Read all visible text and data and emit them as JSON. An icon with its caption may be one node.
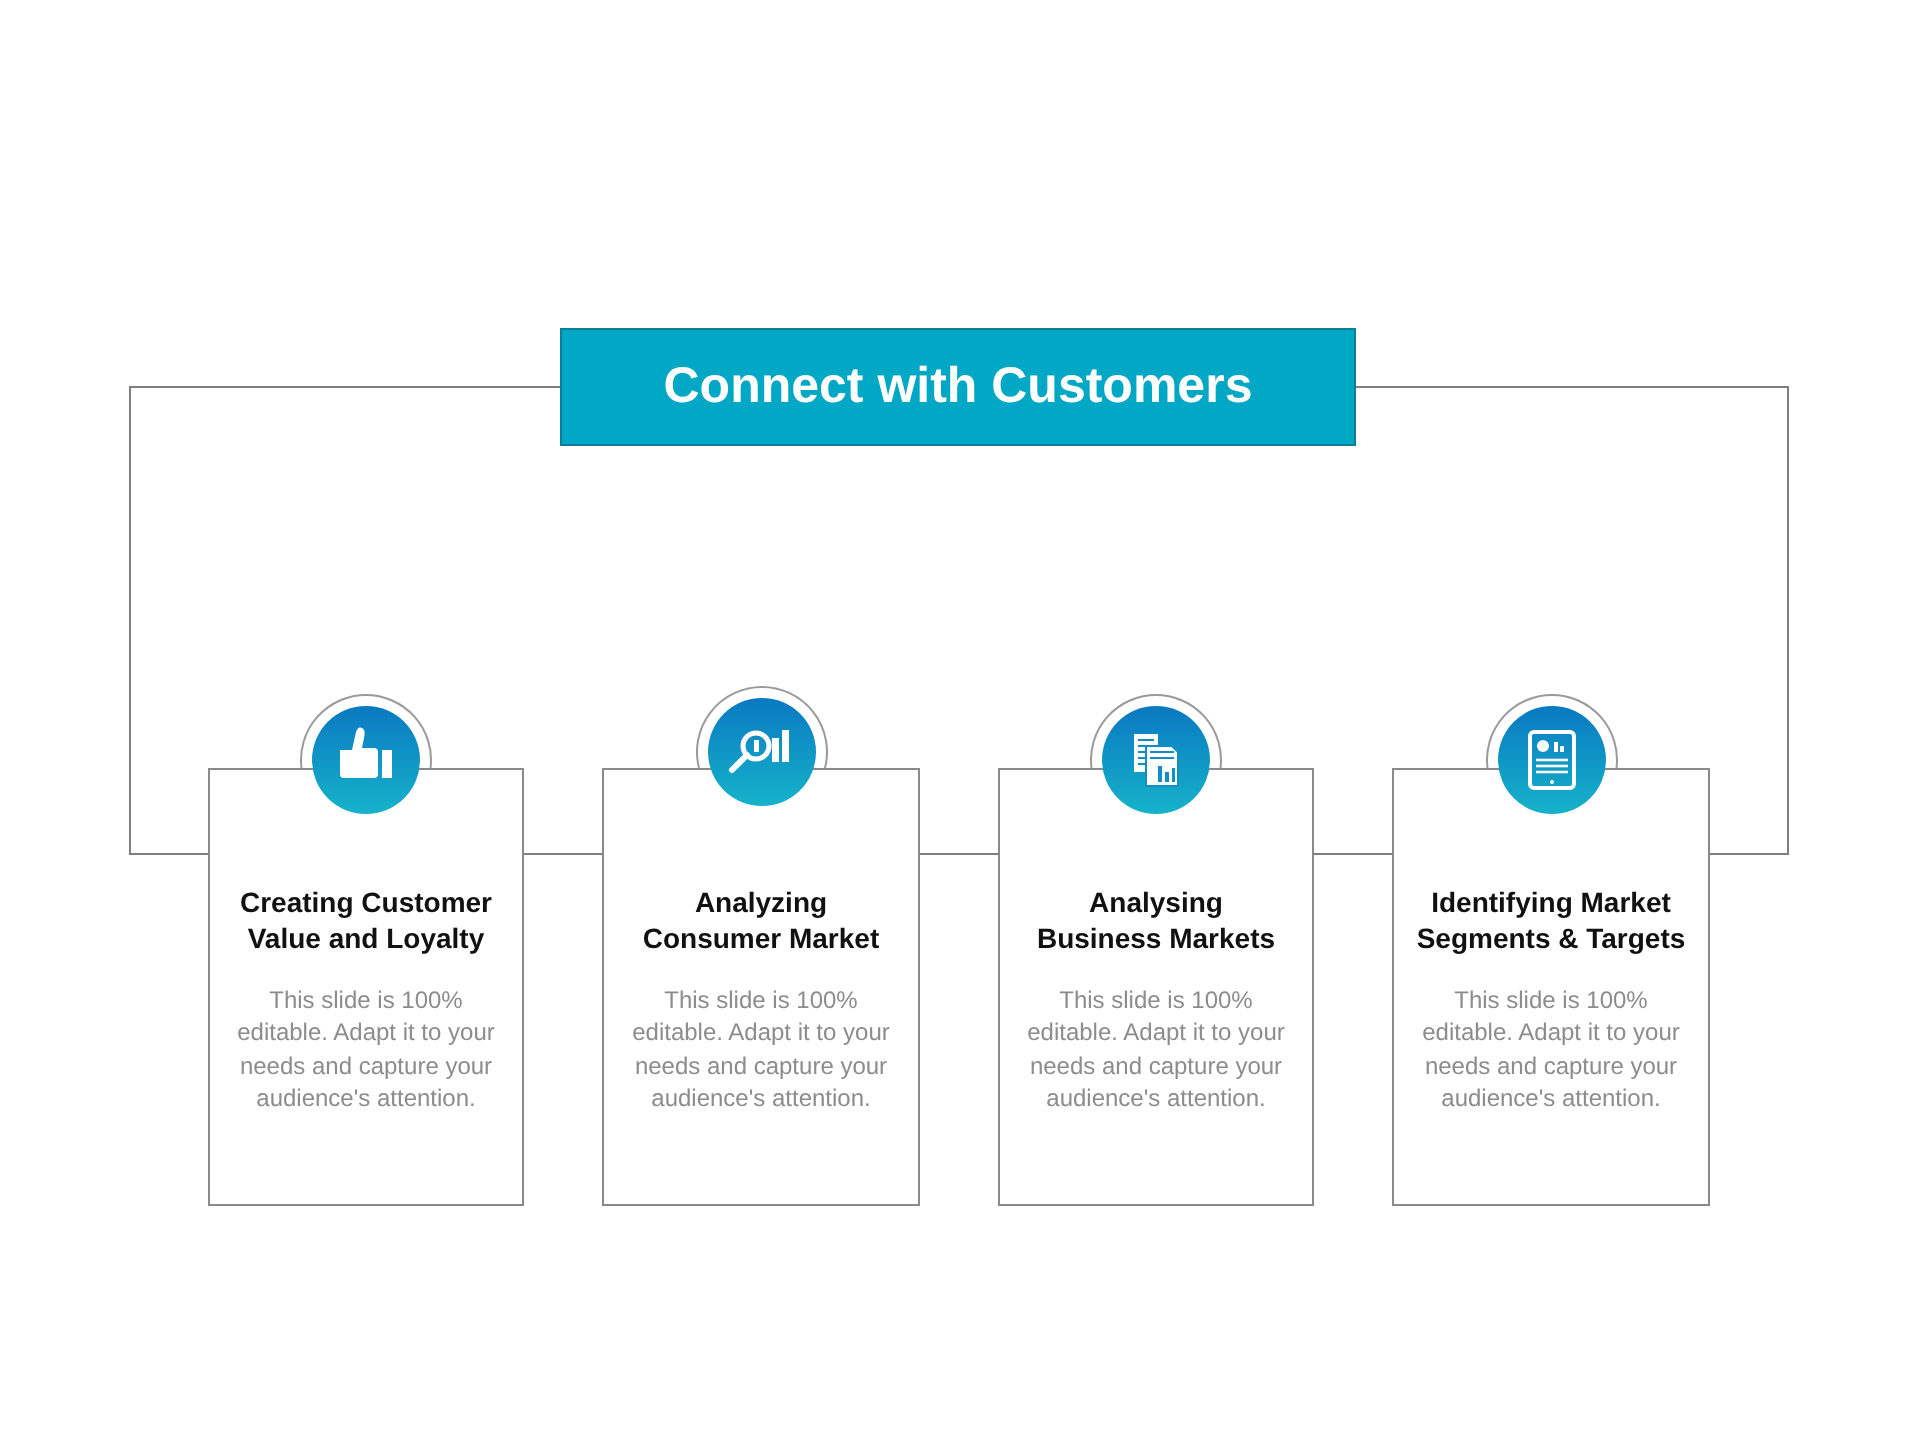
{
  "diagram": {
    "nodes": [
      {
        "text": [
          "Connect with Customers"
        ]
      },
      {
        "text": [
          "Creating Customer Value and Loyalty",
          "This slide is 100% editable. Adapt it to your needs and capture your audience's attention."
        ]
      },
      {
        "text": [
          "Analyzing Consumer Market",
          "This slide is 100% editable. Adapt it to your needs and capture your audience's attention."
        ]
      },
      {
        "text": [
          "Analysing Business Markets",
          "This slide is 100% editable. Adapt it to your needs and capture your audience's attention."
        ]
      },
      {
        "text": [
          "Identifying Market Segments & Targets",
          "This slide is 100% editable. Adapt it to your needs and capture your audience's attention."
        ]
      }
    ],
    "edges": [
      {
        "from": 0,
        "to": 1,
        "arrow": "none"
      },
      {
        "from": 1,
        "to": 2,
        "arrow": "none"
      },
      {
        "from": 2,
        "to": 3,
        "arrow": "none"
      },
      {
        "from": 3,
        "to": 4,
        "arrow": "none"
      },
      {
        "from": 0,
        "to": 4,
        "arrow": "none"
      }
    ]
  }
}
